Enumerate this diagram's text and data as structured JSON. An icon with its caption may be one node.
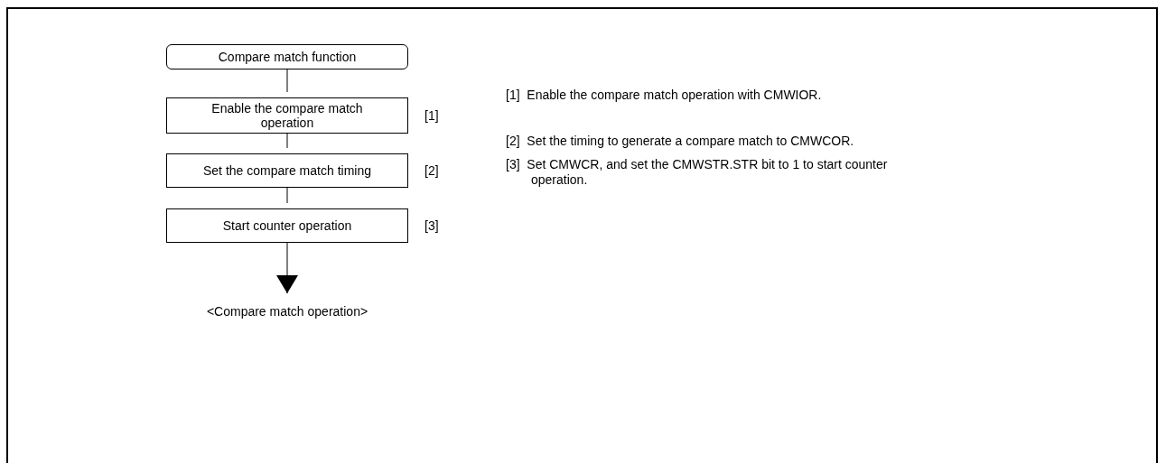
{
  "diagram": {
    "nodes": [
      {
        "text": [
          "Compare match function"
        ]
      },
      {
        "text": [
          "Enable the compare match operation"
        ],
        "beside": [
          "[1]"
        ]
      },
      {
        "text": [
          "Set the compare match timing"
        ],
        "beside": [
          "[2]"
        ]
      },
      {
        "text": [
          "Start counter operation"
        ],
        "beside": [
          "[3]"
        ]
      },
      {
        "text": [
          "<Compare match operation>"
        ]
      }
    ],
    "edges": [
      {
        "from": 0,
        "to": 1,
        "arrow": "none"
      },
      {
        "from": 1,
        "to": 2,
        "arrow": "none"
      },
      {
        "from": 2,
        "to": 3,
        "arrow": "none"
      },
      {
        "from": 3,
        "to": 4,
        "arrow": "to"
      }
    ],
    "labels": [
      "[1]  Enable the compare match operation with CMWIOR.",
      "[2]  Set the timing to generate a compare match to CMWCOR.",
      "[3]  Set CMWCR, and set the CMWSTR.STR bit to 1 to start counter operation."
    ]
  }
}
